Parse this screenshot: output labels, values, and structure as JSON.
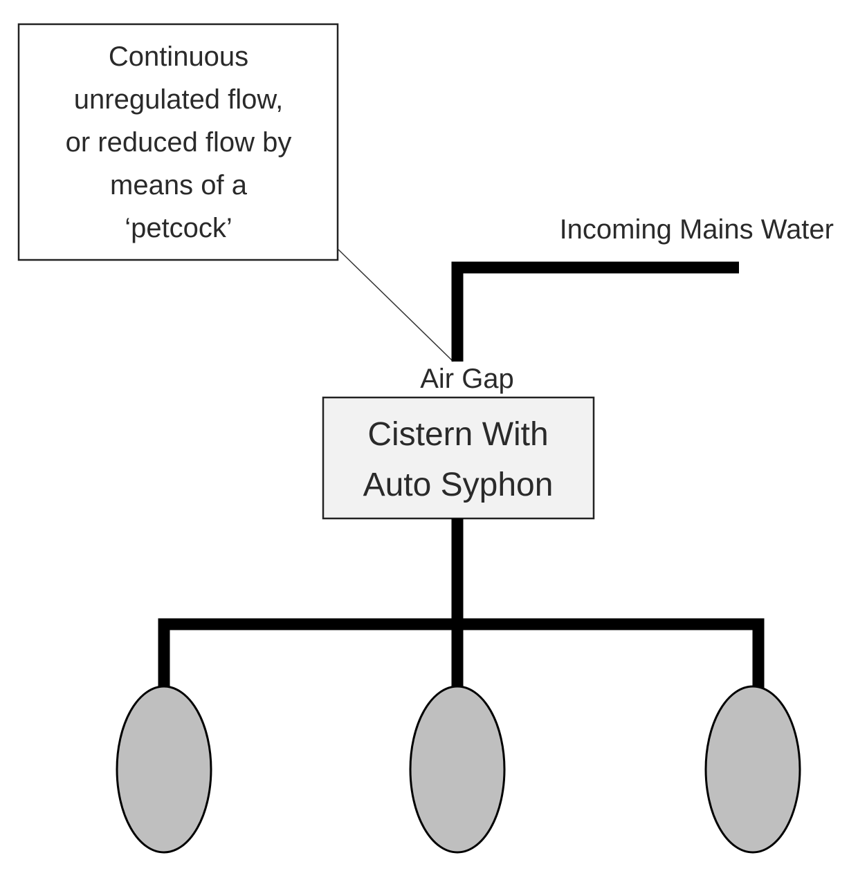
{
  "callout": {
    "lines": [
      "Continuous",
      "unregulated flow,",
      "or reduced flow by",
      "means of a",
      "‘petcock’"
    ]
  },
  "labels": {
    "incoming": "Incoming Mains Water",
    "air_gap": "Air Gap"
  },
  "cistern": {
    "lines": [
      "Cistern With",
      "Auto Syphon"
    ]
  },
  "outlets": [
    {
      "shape": "ellipse"
    },
    {
      "shape": "ellipse"
    },
    {
      "shape": "ellipse"
    }
  ],
  "colors": {
    "pipe": "#000000",
    "cistern_fill": "#f2f2f2",
    "outlet_fill": "#bfbfbf",
    "text": "#2a2a2a"
  }
}
